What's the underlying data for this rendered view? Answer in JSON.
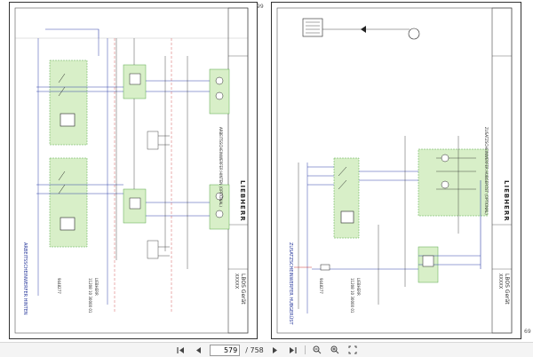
{
  "left_page": {
    "vertical_title": "ARBEITSSCHEINWERFER HINTEN",
    "block_label": "ARBEITSSCHEINWERFER HINTEN (OPTIONAL)",
    "brand": "LIEBHERR",
    "footer_device": "LBOS Gerät",
    "footer_code": "XXXXX",
    "footer_doc_a": "LIEBHERR",
    "footer_doc_b": "11208 10 30000 01",
    "footer_id": "9448277",
    "side_number": "99"
  },
  "right_page": {
    "vertical_title": "ZUSATZSCHEINWERFER HUBGERÜST",
    "block_label": "ZUSATZSCHEINWERFER HUBGERÜST (OPTIONAL)",
    "brand": "LIEBHERR",
    "footer_device": "LBOS Gerät",
    "footer_code": "XXXXX",
    "footer_doc_a": "LIEBHERR",
    "footer_doc_b": "11208 10 30000 01",
    "footer_id": "9448277",
    "side_number": "69"
  },
  "toolbar": {
    "current_page": "579",
    "total_pages": "/ 758"
  }
}
